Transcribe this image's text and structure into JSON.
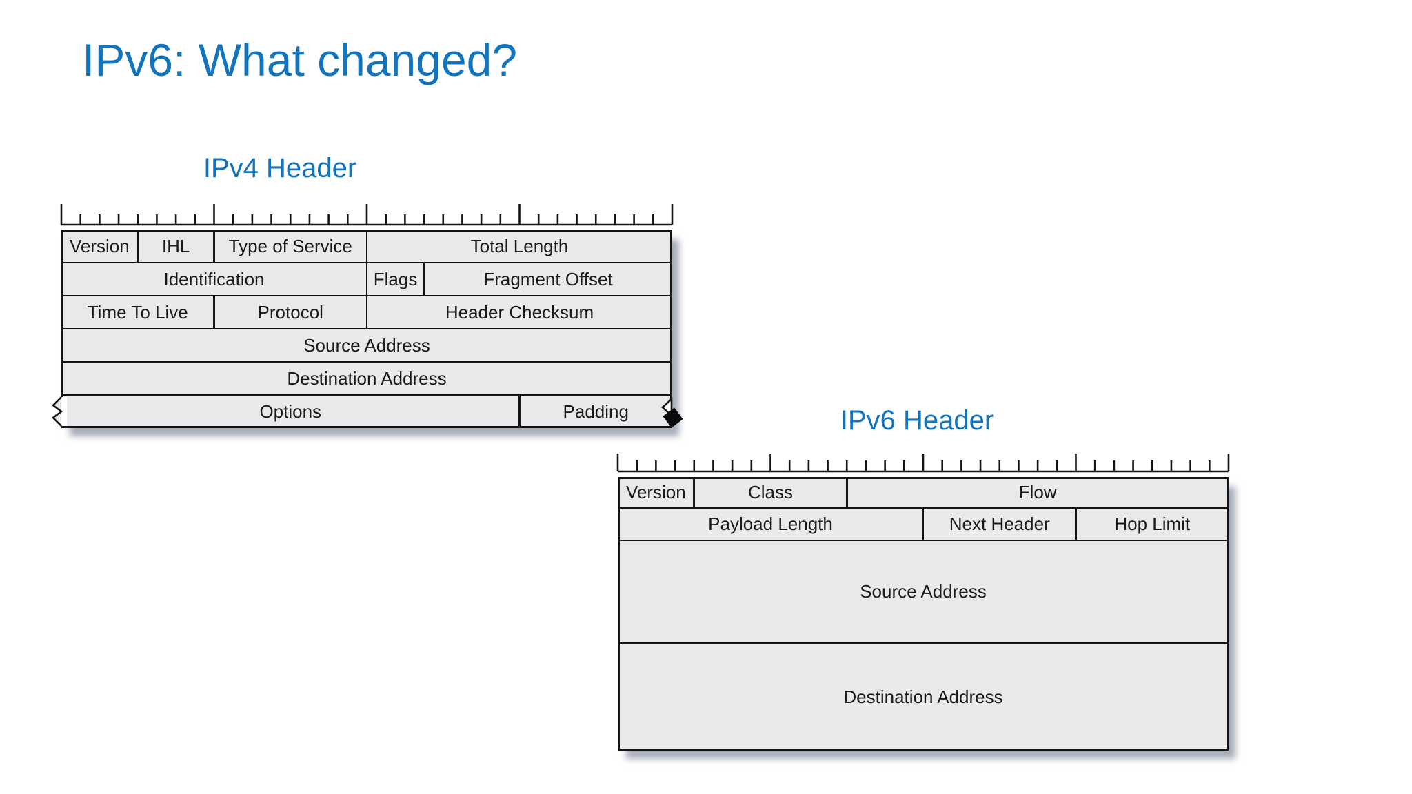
{
  "slide_title": "IPv6: What changed?",
  "colors": {
    "accent": "#1374BE",
    "cell_fill": "#E9E9EB",
    "line": "#141414",
    "text": "#1A1A1A",
    "shadow": "#6A7690",
    "marker": "#0B0B0B",
    "background": "#FFFFFF"
  },
  "ipv4_header": {
    "label": "IPv4 Header",
    "total_bits": 32,
    "ruler_tall_tick_every_bits": 8,
    "rows": [
      {
        "cells": [
          {
            "label": "Version",
            "bits": 4
          },
          {
            "label": "IHL",
            "bits": 4
          },
          {
            "label": "Type of Service",
            "bits": 8
          },
          {
            "label": "Total Length",
            "bits": 16
          }
        ]
      },
      {
        "cells": [
          {
            "label": "Identification",
            "bits": 16
          },
          {
            "label": "Flags",
            "bits": 3
          },
          {
            "label": "Fragment Offset",
            "bits": 13
          }
        ]
      },
      {
        "cells": [
          {
            "label": "Time To Live",
            "bits": 8
          },
          {
            "label": "Protocol",
            "bits": 8
          },
          {
            "label": "Header Checksum",
            "bits": 16
          }
        ]
      },
      {
        "cells": [
          {
            "label": "Source Address",
            "bits": 32
          }
        ]
      },
      {
        "cells": [
          {
            "label": "Destination Address",
            "bits": 32
          }
        ]
      },
      {
        "cells": [
          {
            "label": "Options",
            "bits": 24
          },
          {
            "label": "Padding",
            "bits": 8
          }
        ]
      }
    ]
  },
  "ipv6_header": {
    "label": "IPv6 Header",
    "total_bits": 32,
    "ruler_tall_tick_every_bits": 8,
    "rows": [
      {
        "cells": [
          {
            "label": "Version",
            "bits": 4
          },
          {
            "label": "Class",
            "bits": 8
          },
          {
            "label": "Flow",
            "bits": 20
          }
        ]
      },
      {
        "cells": [
          {
            "label": "Payload Length",
            "bits": 16
          },
          {
            "label": "Next Header",
            "bits": 8
          },
          {
            "label": "Hop Limit",
            "bits": 8
          }
        ]
      },
      {
        "cells": [
          {
            "label": "Source Address",
            "bits": 32
          }
        ]
      },
      {
        "cells": [
          {
            "label": "Destination Address",
            "bits": 32
          }
        ]
      }
    ]
  }
}
